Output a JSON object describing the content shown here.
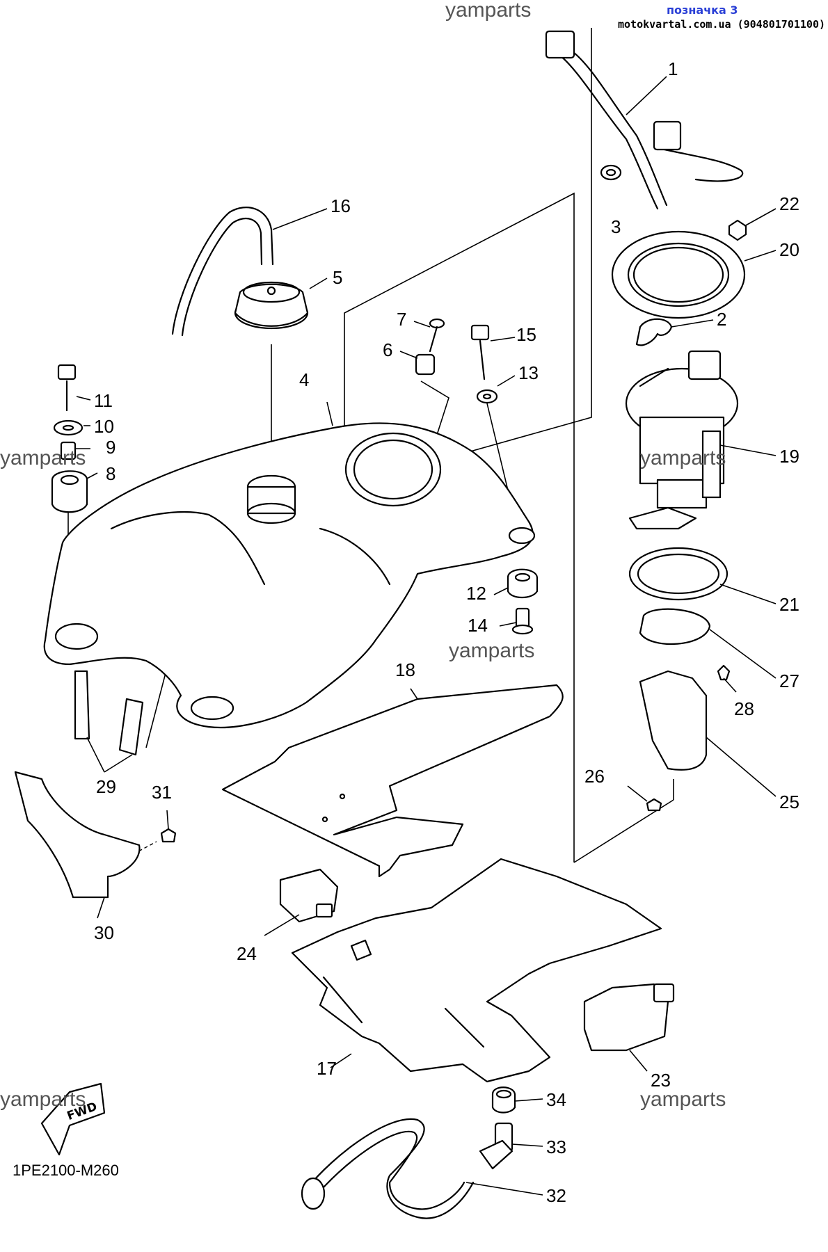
{
  "header": {
    "watermark_top": "yamparts",
    "mark_label": "позначка 3",
    "mark_source": "motokvartal.com.ua (904801701100)"
  },
  "watermarks": [
    "yamparts",
    "yamparts",
    "yamparts",
    "yamparts",
    "yamparts",
    "yamparts"
  ],
  "callouts": [
    "1",
    "2",
    "3",
    "4",
    "5",
    "6",
    "7",
    "8",
    "9",
    "10",
    "11",
    "12",
    "13",
    "14",
    "15",
    "16",
    "17",
    "18",
    "19",
    "20",
    "21",
    "22",
    "23",
    "24",
    "25",
    "26",
    "27",
    "28",
    "29",
    "30",
    "31",
    "32",
    "33",
    "34"
  ],
  "footer": {
    "fwd_label": "FWD",
    "diagram_code": "1PE2100-M260"
  }
}
